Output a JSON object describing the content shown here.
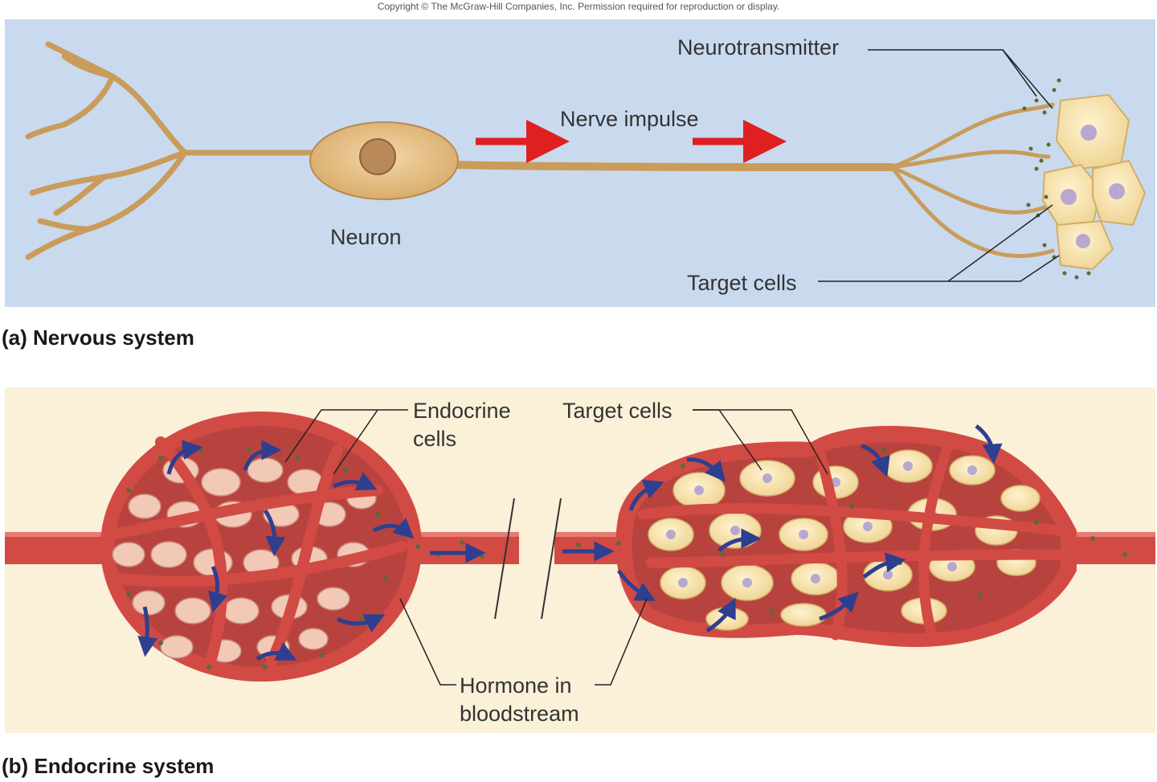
{
  "copyright": "Copyright © The McGraw-Hill Companies, Inc. Permission required for reproduction or display.",
  "panel_a": {
    "caption": "(a) Nervous system",
    "labels": {
      "neurotransmitter": "Neurotransmitter",
      "nerve_impulse": "Nerve impulse",
      "neuron": "Neuron",
      "target_cells": "Target cells"
    },
    "background": "#c9daef"
  },
  "panel_b": {
    "caption": "(b) Endocrine system",
    "labels": {
      "endocrine_line1": "Endocrine",
      "endocrine_line2": "cells",
      "target_cells": "Target cells",
      "hormone_line1": "Hormone in",
      "hormone_line2": "bloodstream"
    },
    "background": "#fbf0d8"
  },
  "colors": {
    "neuron": "#e8c48e",
    "neuron_outline": "#b88a4e",
    "impulse_arrow": "#e02020",
    "vessel": "#d24a44",
    "vessel_dark": "#a8302c",
    "flow_arrow": "#2e3f8f",
    "hormone_dot": "#5a6b3a",
    "target_cell": "#f6e3a8",
    "nucleus": "#b8a8d0"
  }
}
